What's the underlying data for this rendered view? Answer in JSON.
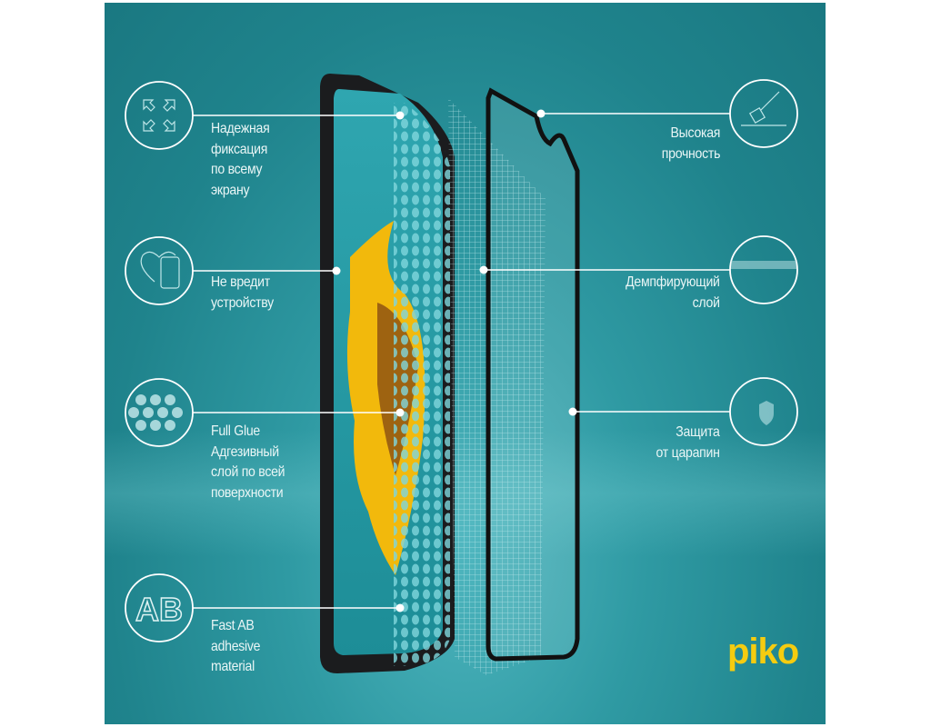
{
  "features_left": [
    {
      "icon": "arrows-expand-icon",
      "lines": [
        "Надежная",
        "фиксация",
        "по всему",
        "экрану"
      ]
    },
    {
      "icon": "heart-phone-icon",
      "lines": [
        "Не вредит",
        "устройству"
      ]
    },
    {
      "icon": "dots-pattern-icon",
      "lines": [
        "Full Glue",
        "Адгезивный",
        "слой по всей",
        "поверхности"
      ]
    },
    {
      "icon": "ab-fast-icon",
      "lines": [
        "Fast AB",
        "adhesive",
        "material"
      ]
    }
  ],
  "features_right": [
    {
      "icon": "hammer-icon",
      "lines": [
        "Высокая",
        "прочность"
      ]
    },
    {
      "icon": "damping-layer-icon",
      "lines": [
        "Демпфирующий",
        "слой"
      ]
    },
    {
      "icon": "shield-icon",
      "lines": [
        "Защита",
        "от царапин"
      ]
    }
  ],
  "logo": "piko",
  "colors": {
    "background": "#1f838c",
    "accent": "#f5cc10",
    "line": "#ffffff"
  }
}
